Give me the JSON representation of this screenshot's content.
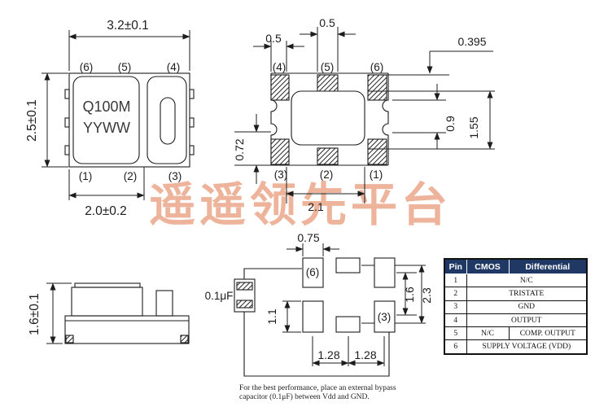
{
  "watermark": "遥遥领先平台",
  "colors": {
    "table_header_bg": "#1f3864",
    "watermark": "#edb49b",
    "line": "#1c1c1c"
  },
  "top_view": {
    "dim_width": "3.2±0.1",
    "dim_height": "2.5±0.1",
    "dim_bottom": "2.0±0.2",
    "marking_line1": "Q100M",
    "marking_line2": "YYWW",
    "pins_top": [
      "(6)",
      "(5)",
      "(4)"
    ],
    "pins_bottom": [
      "(1)",
      "(2)",
      "(3)"
    ]
  },
  "bottom_view": {
    "dim_pad_left": "0.5",
    "dim_pad_center": "0.5",
    "dim_top_offset": "0.395",
    "dim_left": "0.72",
    "dim_gap": "0.9",
    "dim_cavity": "1.55",
    "dim_pitch": "2.1",
    "pins_top": [
      "(4)",
      "(5)",
      "(6)"
    ],
    "pins_bottom": [
      "(3)",
      "(2)",
      "(1)"
    ]
  },
  "side_view": {
    "dim_height": "1.6±0.1"
  },
  "land_pattern": {
    "dim_pad_w": "0.75",
    "dim_pad_h": "1.1",
    "dim_row_pitch": "1.6",
    "dim_outer": "2.3",
    "dim_col_pitch_1": "1.28",
    "dim_col_pitch_2": "1.28",
    "cap_label": "0.1μF",
    "pad6_label": "(6)",
    "pad3_label": "(3)",
    "note_line1": "For the best performance, place an external bypass",
    "note_line2": "capacitor (0.1μF) between Vdd and GND."
  },
  "pin_table": {
    "headers": [
      "Pin",
      "CMOS",
      "Differential"
    ],
    "rows": [
      {
        "pin": "1",
        "value": "N/C"
      },
      {
        "pin": "2",
        "value": "TRISTATE"
      },
      {
        "pin": "3",
        "value": "GND"
      },
      {
        "pin": "4",
        "value": "OUTPUT"
      },
      {
        "pin": "5",
        "cmos": "N/C",
        "diff": "COMP. OUTPUT"
      },
      {
        "pin": "6",
        "value": "SUPPLY VOLTAGE (VDD)"
      }
    ]
  }
}
